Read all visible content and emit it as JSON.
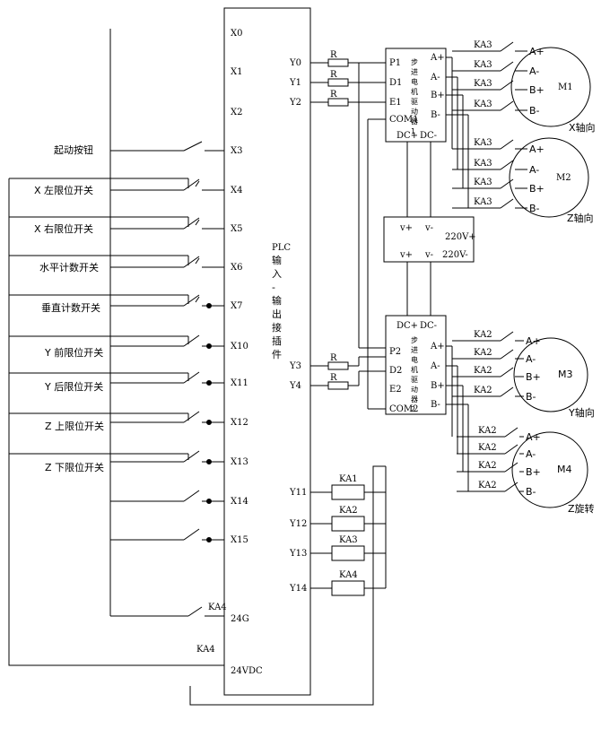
{
  "plc": {
    "inputs": [
      "X0",
      "X1",
      "X2",
      "X3",
      "X4",
      "X5",
      "X6",
      "X7",
      "X10",
      "X11",
      "X12",
      "X13",
      "X14",
      "X15",
      "24G",
      "24VDC"
    ],
    "outputs": [
      "Y0",
      "Y1",
      "Y2",
      "Y3",
      "Y4",
      "Y11",
      "Y12",
      "Y13",
      "Y14"
    ],
    "title_chars": [
      "PLC",
      "输",
      "入",
      "-",
      "输",
      "出",
      "接",
      "插",
      "件"
    ]
  },
  "switches": [
    "起动按钮",
    "X 左限位开关",
    "X 右限位开关",
    "水平计数开关",
    "垂直计数开关",
    "Y 前限位开关",
    "Y 后限位开关",
    "Z 上限位开关",
    "Z 下限位开关"
  ],
  "resistor_label": "R",
  "driver1": {
    "inputs": [
      "P1",
      "D1",
      "E1",
      "COM1"
    ],
    "outputs": [
      "A+",
      "A-",
      "B+",
      "B-"
    ],
    "power": [
      "DC+",
      "DC-"
    ],
    "title_chars": [
      "步",
      "进",
      "电",
      "机",
      "驱",
      "动",
      "器",
      "1"
    ]
  },
  "driver2": {
    "inputs": [
      "P2",
      "D2",
      "E2",
      "COM2"
    ],
    "outputs": [
      "A+",
      "A-",
      "B+",
      "B-"
    ],
    "power": [
      "DC+",
      "DC-"
    ],
    "title_chars": [
      "步",
      "进",
      "电",
      "机",
      "驱",
      "动",
      "器",
      "2"
    ]
  },
  "power_supply": {
    "v_plus": "v+",
    "v_minus": "v-",
    "ac_plus": "220V+",
    "ac_minus": "220V-"
  },
  "relays": [
    "KA1",
    "KA2",
    "KA3",
    "KA4"
  ],
  "ka3": "KA3",
  "ka2": "KA2",
  "ka4": "KA4",
  "motors": [
    {
      "name": "M1",
      "axis": "X轴向"
    },
    {
      "name": "M2",
      "axis": "Z轴向"
    },
    {
      "name": "M3",
      "axis": "Y轴向"
    },
    {
      "name": "M4",
      "axis": "Z旋转"
    }
  ],
  "motor_terminals": [
    "A+",
    "A-",
    "B+",
    "B-"
  ]
}
